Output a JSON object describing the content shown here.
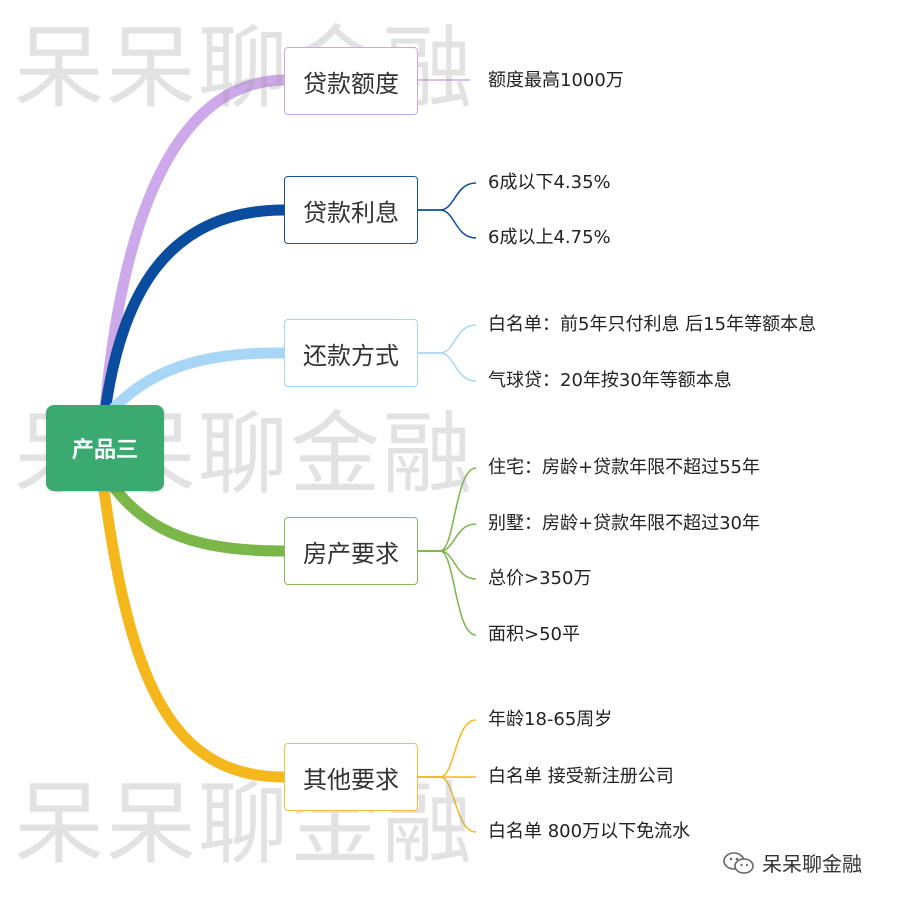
{
  "watermark": "呆呆聊金融",
  "root": {
    "label": "产品三"
  },
  "branches": [
    {
      "label": "贷款额度",
      "color": "#cda8ea",
      "leaves": [
        "额度最高1000万"
      ]
    },
    {
      "label": "贷款利息",
      "color": "#0a4c9e",
      "leaves": [
        "6成以下4.35%",
        "6成以上4.75%"
      ]
    },
    {
      "label": "还款方式",
      "color": "#a8d6f7",
      "leaves": [
        "白名单：前5年只付利息 后15年等额本息",
        "气球贷：20年按30年等额本息"
      ]
    },
    {
      "label": "房产要求",
      "color": "#7ab648",
      "leaves": [
        "住宅：房龄+贷款年限不超过55年",
        "别墅：房龄+贷款年限不超过30年",
        "总价>350万",
        "面积>50平"
      ]
    },
    {
      "label": "其他要求",
      "color": "#f4b81c",
      "leaves": [
        "年龄18-65周岁",
        "白名单 接受新注册公司",
        "白名单 800万以下免流水"
      ]
    }
  ],
  "footer": {
    "icon": "wechat-icon",
    "text": "呆呆聊金融"
  }
}
